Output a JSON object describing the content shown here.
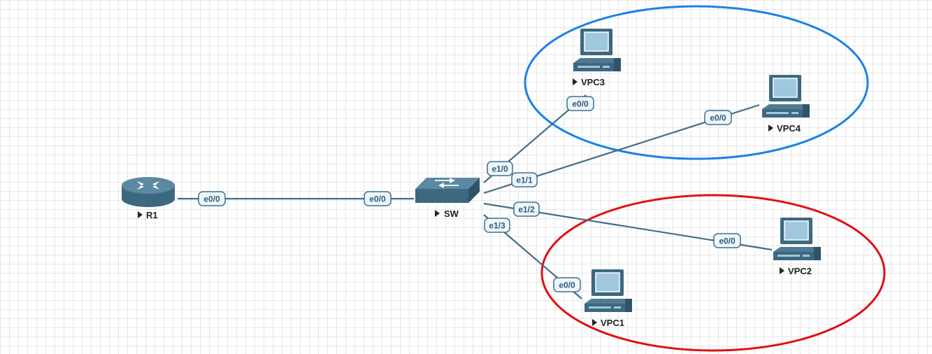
{
  "topology": {
    "colors": {
      "link": "#416e87",
      "device": "#3d6880",
      "group_blue": "#1a82e6",
      "group_red": "#e01010"
    },
    "nodes": [
      {
        "id": "r1",
        "label": "R1",
        "type": "router"
      },
      {
        "id": "sw",
        "label": "SW",
        "type": "switch"
      },
      {
        "id": "vpc1",
        "label": "VPC1",
        "type": "pc"
      },
      {
        "id": "vpc2",
        "label": "VPC2",
        "type": "pc"
      },
      {
        "id": "vpc3",
        "label": "VPC3",
        "type": "pc"
      },
      {
        "id": "vpc4",
        "label": "VPC4",
        "type": "pc"
      }
    ],
    "links": [
      {
        "id": "r1-sw",
        "from": "r1",
        "to": "sw",
        "from_port": "e0/0",
        "to_port": "e0/0"
      },
      {
        "id": "sw-vpc3",
        "from": "sw",
        "to": "vpc3",
        "from_port": "e1/0",
        "to_port": "e0/0"
      },
      {
        "id": "sw-vpc4",
        "from": "sw",
        "to": "vpc4",
        "from_port": "e1/1",
        "to_port": "e0/0"
      },
      {
        "id": "sw-vpc2",
        "from": "sw",
        "to": "vpc2",
        "from_port": "e1/2",
        "to_port": "e0/0"
      },
      {
        "id": "sw-vpc1",
        "from": "sw",
        "to": "vpc1",
        "from_port": "e1/3",
        "to_port": "e0/0"
      }
    ],
    "groups": [
      {
        "id": "blue-group",
        "members": [
          "vpc3",
          "vpc4"
        ],
        "color": "blue"
      },
      {
        "id": "red-group",
        "members": [
          "vpc1",
          "vpc2"
        ],
        "color": "red"
      }
    ]
  }
}
